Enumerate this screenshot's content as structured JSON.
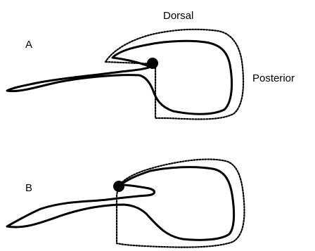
{
  "labels": {
    "dorsal": "Dorsal",
    "posterior": "Posterior",
    "panel_a": "A",
    "panel_b": "B"
  },
  "colors": {
    "stroke": "#000000",
    "background": "#ffffff"
  }
}
